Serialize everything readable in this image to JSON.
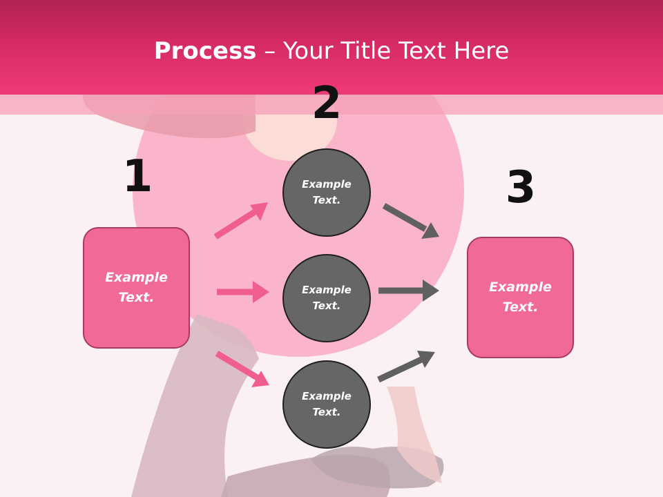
{
  "title": {
    "bold_part": "Process",
    "rest_part": " – Your Title Text Here"
  },
  "steps": {
    "one": "1",
    "two": "2",
    "three": "3"
  },
  "boxes": {
    "left": "Example Text.",
    "right": "Example Text."
  },
  "circles": {
    "top": "Example Text.",
    "middle": "Example Text.",
    "bottom": "Example Text."
  },
  "colors": {
    "title_band": "#d42a62",
    "box_fill": "#f06a95",
    "circle_fill": "#666666",
    "pink_arrow": "#ef5e8c",
    "gray_arrow": "#606060"
  }
}
